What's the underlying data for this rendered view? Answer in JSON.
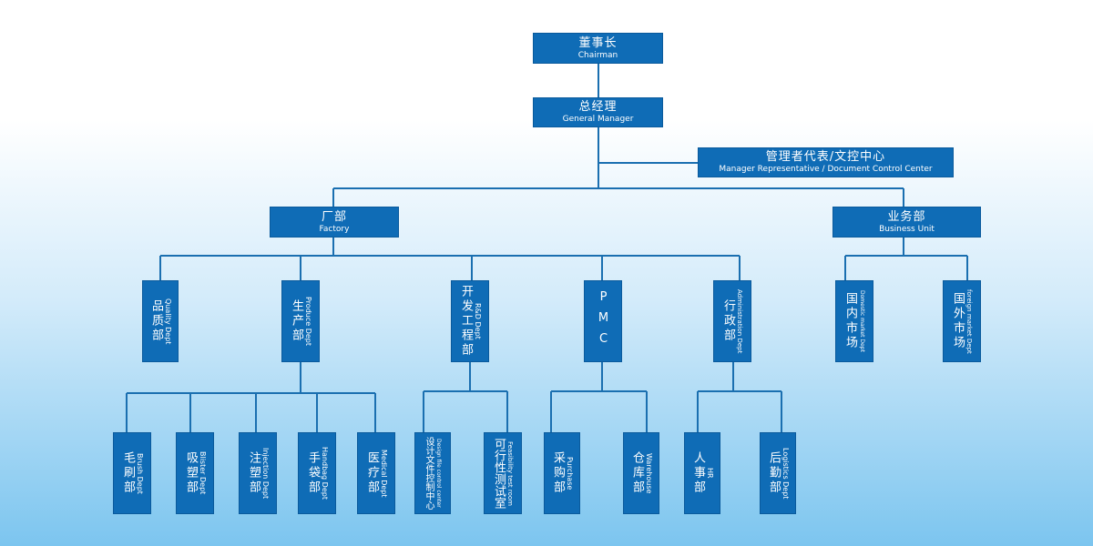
{
  "chairman": {
    "zh": "董事长",
    "en": "Chairman"
  },
  "general_manager": {
    "zh": "总经理",
    "en": "General Manager"
  },
  "manager_rep": {
    "zh": "管理者代表/文控中心",
    "en": "Manager Representative / Document Control Center"
  },
  "factory": {
    "zh": "厂部",
    "en": "Factory"
  },
  "business_unit": {
    "zh": "业务部",
    "en": "Business Unit"
  },
  "quality": {
    "zh": "品质部",
    "en": "Quality Dept"
  },
  "produce": {
    "zh": "生产部",
    "en": "Produce Dept"
  },
  "rd": {
    "zh": "开发工程部",
    "en": "R&D Dept"
  },
  "pmc": {
    "zh": "PMC",
    "en": ""
  },
  "admin": {
    "zh": "行政部",
    "en": "Administration Dept"
  },
  "domestic": {
    "zh": "国内市场",
    "en": "Domestic market Dept"
  },
  "foreign": {
    "zh": "国外市场",
    "en": "foreign market Dept"
  },
  "brush": {
    "zh": "毛刷部",
    "en": "Brush Dept"
  },
  "blister": {
    "zh": "吸塑部",
    "en": "Blister Dept"
  },
  "injection": {
    "zh": "注塑部",
    "en": "Injection Dept"
  },
  "handbag": {
    "zh": "手袋部",
    "en": "Handbag Dept"
  },
  "medical": {
    "zh": "医疗部",
    "en": "Medical Dept"
  },
  "design_file": {
    "zh": "设计文件控制中心",
    "en": "Design file control center"
  },
  "feasibility": {
    "zh": "可行性测试室",
    "en": "Feasibility test room"
  },
  "purchase": {
    "zh": "采购部",
    "en": "Purchase"
  },
  "warehouse": {
    "zh": "仓库部",
    "en": "Warehouse"
  },
  "hr": {
    "zh": "人事部",
    "en": "HR"
  },
  "logistics": {
    "zh": "后勤部",
    "en": "Logistics Dept"
  },
  "colors": {
    "box": "#0f6cb6",
    "line": "#1a6fb0"
  }
}
